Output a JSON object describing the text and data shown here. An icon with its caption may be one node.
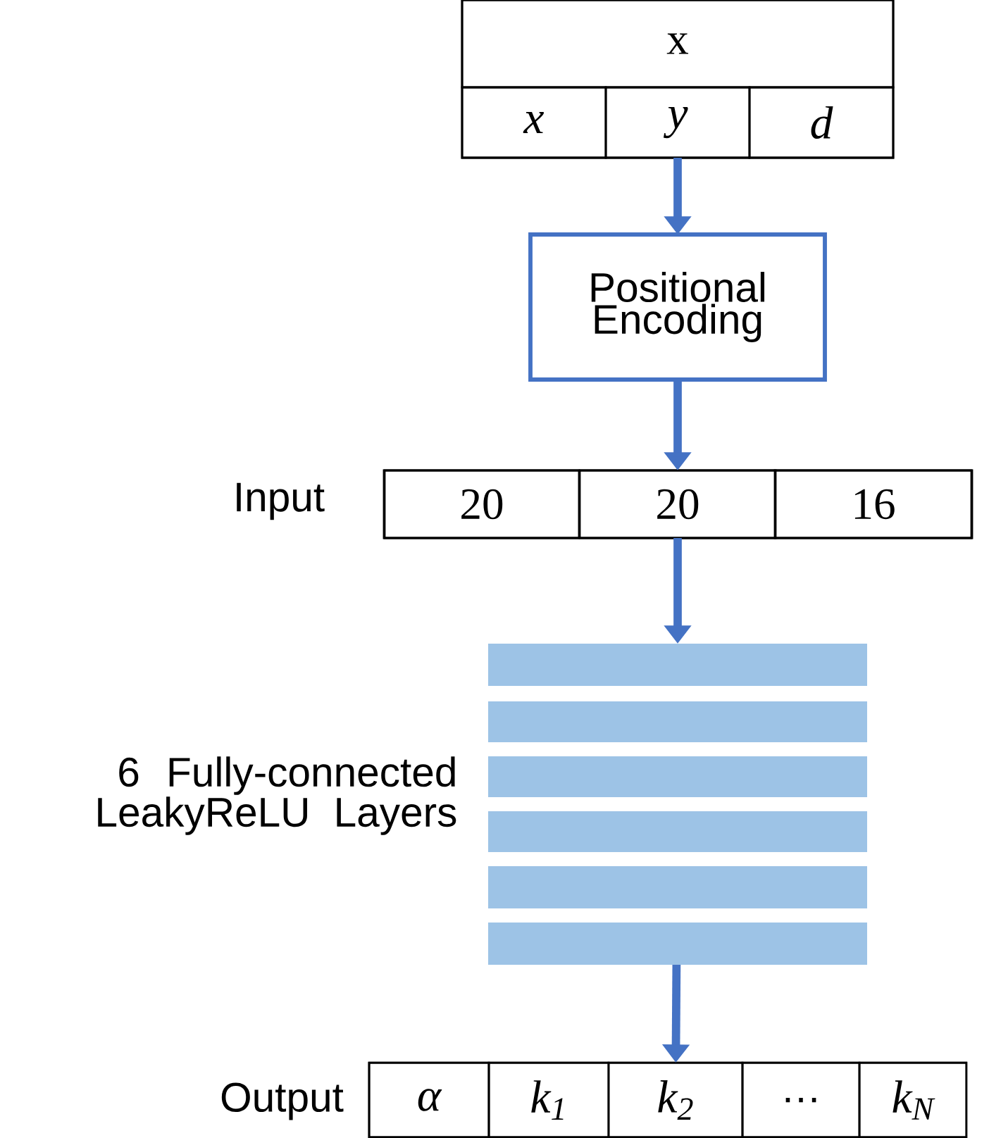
{
  "diagram": {
    "nodes": [
      {
        "text": [],
        "shape": "box"
      },
      {
        "text": [
          "x"
        ],
        "in": 0
      },
      {
        "text": [
          "x"
        ],
        "in": 0
      },
      {
        "text": [
          "y"
        ],
        "in": 0
      },
      {
        "text": [
          "d"
        ],
        "in": 0
      },
      {
        "text": [
          "Positional Encoding"
        ]
      },
      {
        "text": [],
        "shape": "box",
        "beside": [
          "Input"
        ]
      },
      {
        "text": [
          "20"
        ],
        "in": 6
      },
      {
        "text": [
          "20"
        ],
        "in": 6
      },
      {
        "text": [
          "16"
        ],
        "in": 6
      },
      {
        "text": [],
        "shape": "bar",
        "beside": [
          "6 Fully-connected LeakyReLU Layers"
        ]
      },
      {
        "text": [],
        "shape": "box",
        "beside": [
          "Output"
        ]
      },
      {
        "text": [
          "α"
        ],
        "in": 11
      },
      {
        "text": [
          "k$_{1}$"
        ],
        "in": 11
      },
      {
        "text": [
          "k$_{2}$"
        ],
        "in": 11
      },
      {
        "text": [
          "…"
        ],
        "in": 11
      },
      {
        "text": [
          "k$_{N}$"
        ],
        "in": 11
      }
    ],
    "edges": [
      {
        "from": 3,
        "to": 5,
        "arrow": "to"
      },
      {
        "from": 5,
        "to": 8,
        "arrow": "to"
      },
      {
        "from": 8,
        "to": 10,
        "arrow": "to"
      },
      {
        "from": 10,
        "to": 14,
        "arrow": "to"
      }
    ]
  }
}
